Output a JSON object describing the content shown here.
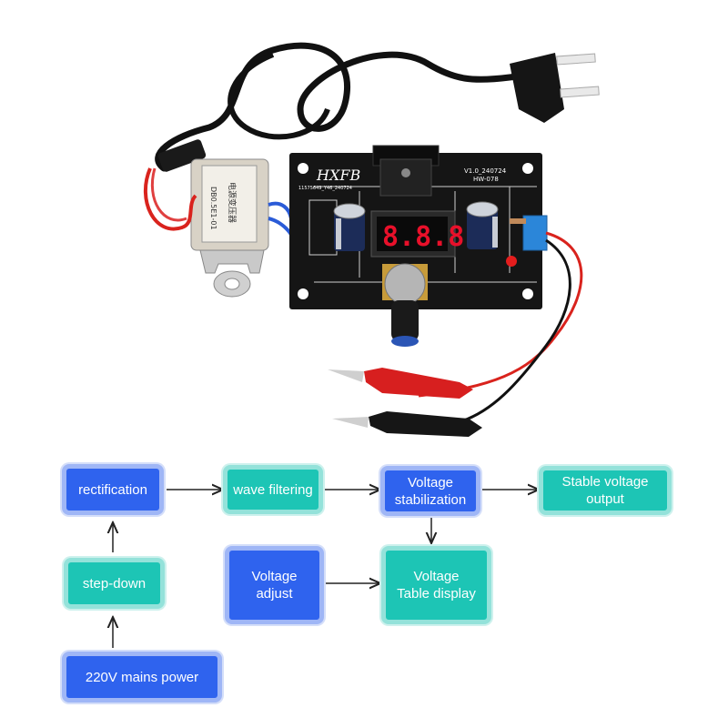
{
  "product_photo": {
    "board_brand": "HXFB",
    "board_version": "V1.0_240724",
    "board_model": "HW-078",
    "board_serial": "11575649_Y46_240724",
    "display_reading": "8.8.8",
    "transformer_model": "DB0.5E1-01",
    "transformer_label_cn": "电源变压器"
  },
  "flow": {
    "rectification": "rectification",
    "wave_filtering": "wave filtering",
    "voltage_stabilization": "Voltage\nstabilization",
    "stable_output": "Stable voltage\noutput",
    "step_down": "step-down",
    "voltage_adjust": "Voltage\nadjust",
    "table_display": "Voltage\nTable display",
    "mains_power": "220V mains power"
  },
  "colors": {
    "blue_box": "#2f63ee",
    "teal_box": "#1dc5b5",
    "pcb": "#151515",
    "led_digits": "#e8102a",
    "wire_red": "#d9231d",
    "arrow": "#222222"
  }
}
